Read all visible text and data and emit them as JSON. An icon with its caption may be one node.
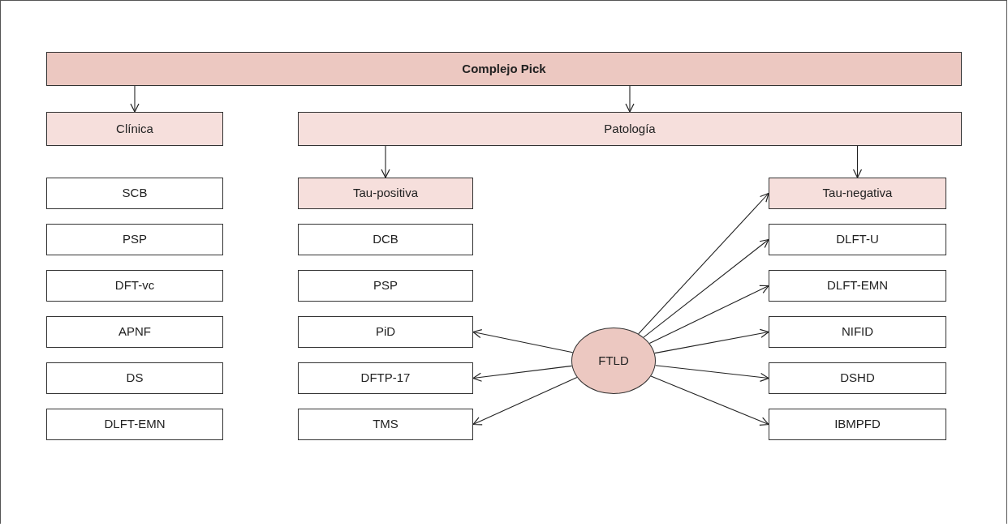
{
  "diagram": {
    "nodes": [
      {
        "text": [
          "Complejo Pick"
        ]
      },
      {
        "text": [
          "Clínica"
        ]
      },
      {
        "text": [
          "Patología"
        ]
      },
      {
        "text": [
          "SCB"
        ]
      },
      {
        "text": [
          "PSP"
        ]
      },
      {
        "text": [
          "DFT-vc"
        ]
      },
      {
        "text": [
          "APNF"
        ]
      },
      {
        "text": [
          "DS"
        ]
      },
      {
        "text": [
          "DLFT-EMN"
        ]
      },
      {
        "text": [
          "Tau-positiva"
        ]
      },
      {
        "text": [
          "DCB"
        ]
      },
      {
        "text": [
          "PSP"
        ]
      },
      {
        "text": [
          "PiD"
        ]
      },
      {
        "text": [
          "DFTP-17"
        ]
      },
      {
        "text": [
          "TMS"
        ]
      },
      {
        "text": [
          "FTLD"
        ]
      },
      {
        "text": [
          "Tau-negativa"
        ]
      },
      {
        "text": [
          "DLFT-U"
        ]
      },
      {
        "text": [
          "DLFT-EMN"
        ]
      },
      {
        "text": [
          "NIFID"
        ]
      },
      {
        "text": [
          "DSHD"
        ]
      },
      {
        "text": [
          "IBMPFD"
        ]
      }
    ],
    "edges": [
      {
        "from": 0,
        "to": 1,
        "arrow": "to"
      },
      {
        "from": 0,
        "to": 2,
        "arrow": "to"
      },
      {
        "from": 2,
        "to": 9,
        "arrow": "to"
      },
      {
        "from": 2,
        "to": 16,
        "arrow": "to"
      },
      {
        "from": 15,
        "to": 12,
        "arrow": "to"
      },
      {
        "from": 15,
        "to": 13,
        "arrow": "to"
      },
      {
        "from": 15,
        "to": 14,
        "arrow": "to"
      },
      {
        "from": 15,
        "to": 16,
        "arrow": "to"
      },
      {
        "from": 15,
        "to": 17,
        "arrow": "to"
      },
      {
        "from": 15,
        "to": 18,
        "arrow": "to"
      },
      {
        "from": 15,
        "to": 19,
        "arrow": "to"
      },
      {
        "from": 15,
        "to": 20,
        "arrow": "to"
      },
      {
        "from": 15,
        "to": 21,
        "arrow": "to"
      }
    ]
  }
}
